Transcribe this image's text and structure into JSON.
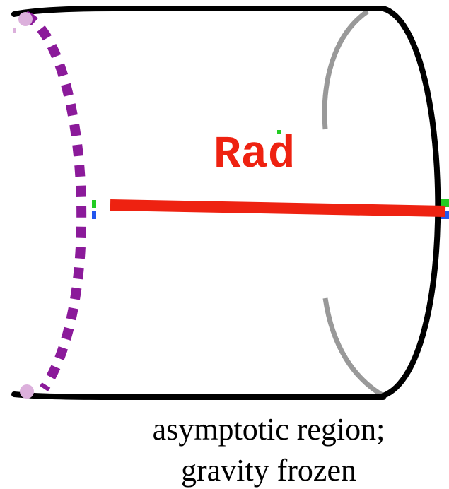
{
  "labels": {
    "radiation": "Rad",
    "caption_line_1": "asymptotic region;",
    "caption_line_2": "gravity frozen"
  },
  "colors": {
    "background": "#ffffff",
    "outline": "#000000",
    "back_rim": "#999999",
    "radiation": "#ee2211",
    "dotted_boundary": "#8b1a9a",
    "boundary_endpoint": "#dcb0dc",
    "marker_green": "#22cc22",
    "marker_blue": "#2255ee"
  }
}
